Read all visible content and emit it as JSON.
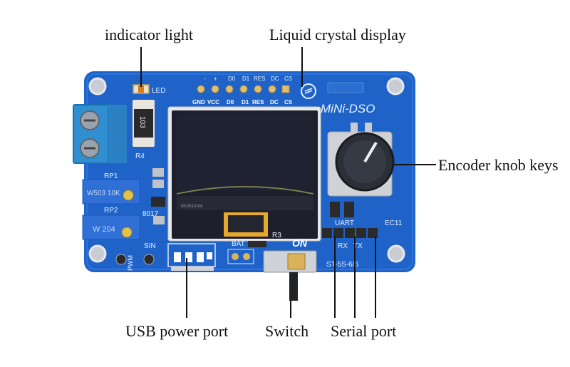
{
  "labels": {
    "indicator_light": "indicator light",
    "lcd": "Liquid crystal display",
    "encoder": "Encoder knob keys",
    "usb": "USB power port",
    "switch": "Switch",
    "serial": "Serial port"
  },
  "board": {
    "brand": "MiNi-DSO",
    "led": "LED",
    "r4": "R4",
    "r4_code": "103",
    "rp1": "RP1",
    "rp1_code": "W503 10K",
    "rp2": "RP2",
    "rp2_code": "W 204",
    "ic": "8017",
    "r3": "R3",
    "on": "ON",
    "bat": "BAT",
    "sin": "SIN",
    "pwm": "PWM",
    "uart": "UART",
    "rx": "RX",
    "tx": "TX",
    "ec11": "EC11",
    "version": "ST-5S-6/6",
    "header_pins": [
      "GND",
      "VCC",
      "D0",
      "D1",
      "RES",
      "DC",
      "CS"
    ],
    "header_top": [
      "-",
      "+",
      "D0",
      "D1",
      "RES",
      "DC",
      "CS"
    ]
  },
  "colors": {
    "pcb": "#1f63c8",
    "pcb_dark": "#1a55b0",
    "oled": "#1d1f2c",
    "terminal": "#2f8fd0",
    "pot": "#2f6fd6",
    "knob": "#2b2f38",
    "gold": "#d8b45a"
  }
}
